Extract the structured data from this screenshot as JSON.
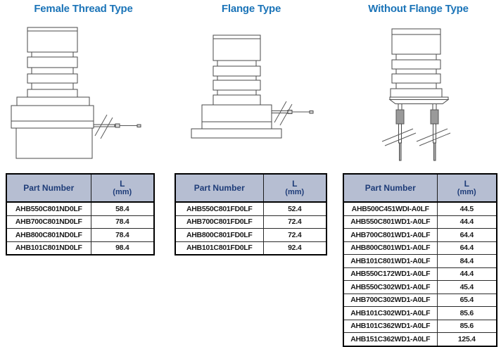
{
  "page": {
    "background": "#ffffff"
  },
  "colors": {
    "title_blue": "#1b74b8",
    "table_header_bg": "#b6bed2",
    "table_header_text": "#1e3c78",
    "cell_text": "#1a1a1a",
    "table_border": "#000000",
    "diagram_stroke": "#4a4a4a",
    "sleeve_gray": "#9a9a9a"
  },
  "sections": [
    {
      "title": "Female Thread Type",
      "diagram_icon": "female-thread-antenna-drawing",
      "table": {
        "col_part": "Part Number",
        "col_l": "L",
        "col_unit": "(mm)",
        "rows": [
          {
            "part": "AHB550C801ND0LF",
            "l": "58.4"
          },
          {
            "part": "AHB700C801ND0LF",
            "l": "78.4"
          },
          {
            "part": "AHB800C801ND0LF",
            "l": "78.4"
          },
          {
            "part": "AHB101C801ND0LF",
            "l": "98.4"
          }
        ]
      }
    },
    {
      "title": "Flange Type",
      "diagram_icon": "flange-antenna-drawing",
      "table": {
        "col_part": "Part Number",
        "col_l": "L",
        "col_unit": "(mm)",
        "rows": [
          {
            "part": "AHB550C801FD0LF",
            "l": "52.4"
          },
          {
            "part": "AHB700C801FD0LF",
            "l": "72.4"
          },
          {
            "part": "AHB800C801FD0LF",
            "l": "72.4"
          },
          {
            "part": "AHB101C801FD0LF",
            "l": "92.4"
          }
        ]
      }
    },
    {
      "title": "Without Flange Type",
      "diagram_icon": "without-flange-antenna-drawing",
      "table": {
        "col_part": "Part Number",
        "col_l": "L",
        "col_unit": "(mm)",
        "rows": [
          {
            "part": "AHB500C451WDI-A0LF",
            "l": "44.5"
          },
          {
            "part": "AHB550C801WD1-A0LF",
            "l": "44.4"
          },
          {
            "part": "AHB700C801WD1-A0LF",
            "l": "64.4"
          },
          {
            "part": "AHB800C801WD1-A0LF",
            "l": "64.4"
          },
          {
            "part": "AHB101C801WD1-A0LF",
            "l": "84.4"
          },
          {
            "part": "AHB550C172WD1-A0LF",
            "l": "44.4"
          },
          {
            "part": "AHB550C302WD1-A0LF",
            "l": "45.4"
          },
          {
            "part": "AHB700C302WD1-A0LF",
            "l": "65.4"
          },
          {
            "part": "AHB101C302WD1-A0LF",
            "l": "85.6"
          },
          {
            "part": "AHB101C362WD1-A0LF",
            "l": "85.6"
          },
          {
            "part": "AHB151C362WD1-A0LF",
            "l": "125.4"
          }
        ]
      }
    }
  ]
}
